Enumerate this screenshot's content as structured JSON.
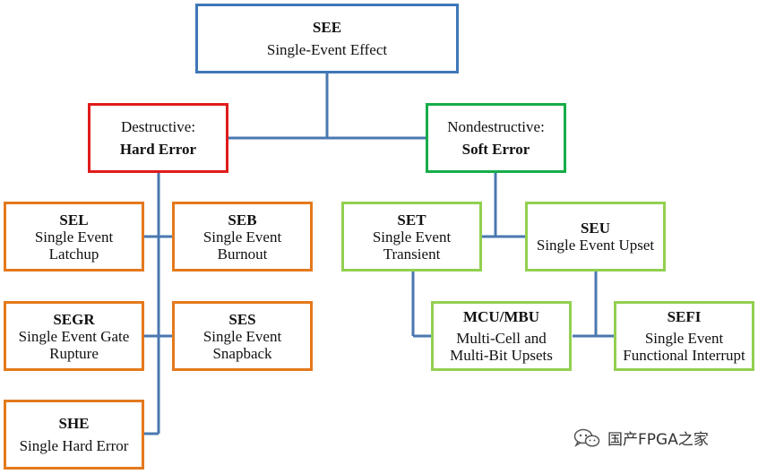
{
  "diagram": {
    "root": {
      "title": "SEE",
      "subtitle": "Single-Event Effect"
    },
    "destructive": {
      "line1": "Destructive:",
      "line2": "Hard Error"
    },
    "nondestructive": {
      "line1": "Nondestructive:",
      "line2": "Soft Error"
    },
    "sel": {
      "title": "SEL",
      "line1": "Single Event",
      "line2": "Latchup"
    },
    "seb": {
      "title": "SEB",
      "line1": "Single Event",
      "line2": "Burnout"
    },
    "segr": {
      "title": "SEGR",
      "line1": "Single Event Gate",
      "line2": "Rupture"
    },
    "ses": {
      "title": "SES",
      "line1": "Single Event",
      "line2": "Snapback"
    },
    "she": {
      "title": "SHE",
      "line1": "Single Hard Error"
    },
    "set": {
      "title": "SET",
      "line1": "Single Event",
      "line2": "Transient"
    },
    "seu": {
      "title": "SEU",
      "line1": "Single Event Upset"
    },
    "mcu": {
      "title": "MCU/MBU",
      "line1": "Multi-Cell and",
      "line2": "Multi-Bit Upsets"
    },
    "sefi": {
      "title": "SEFI",
      "line1": "Single Event",
      "line2": "Functional Interrupt"
    }
  },
  "colors": {
    "connector": "#4a78b0",
    "root_border": "#3f77b7",
    "hard_border": "#e01b1b",
    "soft_border": "#17ad4a",
    "hard_children_border": "#e4791c",
    "soft_children_border": "#92d050"
  },
  "watermark": {
    "text": "国产FPGA之家",
    "icon": "wechat-icon"
  }
}
